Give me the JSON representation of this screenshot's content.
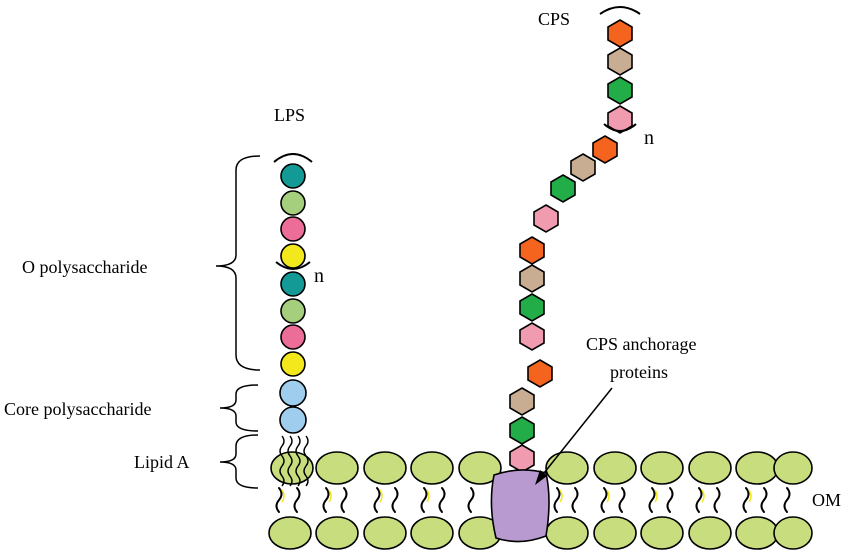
{
  "labels": {
    "lps": "LPS",
    "cps": "CPS",
    "o_polysaccharide": "O polysaccharide",
    "core_polysaccharide": "Core polysaccharide",
    "lipid_a": "Lipid A",
    "cps_anchorage_line1": "CPS anchorage",
    "cps_anchorage_line2": "proteins",
    "repeat_lps": "n",
    "repeat_cps": "n",
    "outer_membrane": "OM"
  },
  "colors": {
    "teal": "#139a97",
    "light_green": "#a5cf7c",
    "pink": "#ec6e98",
    "yellow": "#f2e81c",
    "light_blue": "#9fcdee",
    "orange": "#f4641e",
    "tan": "#c9ad92",
    "green": "#22ad48",
    "light_pink": "#f19bb0",
    "membrane": "#c8de7e",
    "anchor_protein": "#b99ad0"
  }
}
